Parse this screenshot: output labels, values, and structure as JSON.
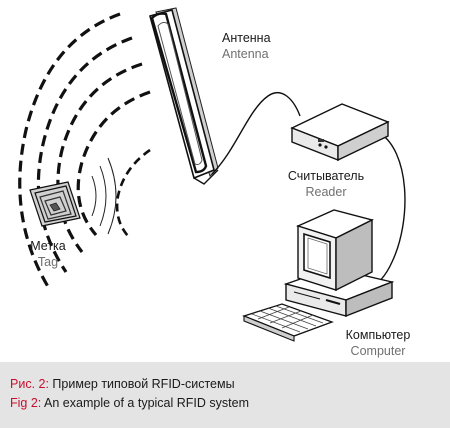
{
  "labels": {
    "antenna": {
      "ru": "Антенна",
      "en": "Antenna"
    },
    "reader": {
      "ru": "Считыватель",
      "en": "Reader"
    },
    "tag": {
      "ru": "Метка",
      "en": "Tag"
    },
    "computer": {
      "ru": "Компьютер",
      "en": "Computer"
    }
  },
  "caption": {
    "ru_prefix": "Рис. 2:",
    "ru_text": " Пример типовой RFID-системы",
    "en_prefix": "Fig 2:",
    "en_text": " An example of a typical RFID system"
  },
  "colors": {
    "accent": "#c8102e",
    "caption_background": "#e4e4e4"
  }
}
